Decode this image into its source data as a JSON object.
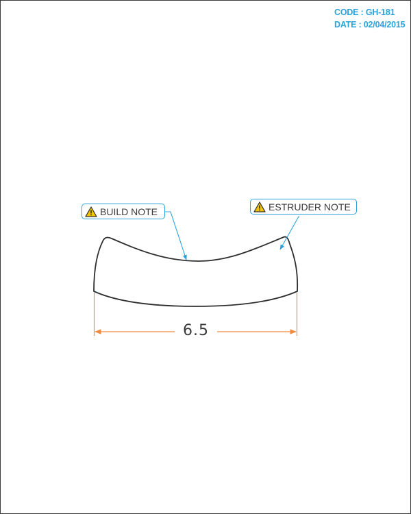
{
  "title_block": {
    "code": "CODE : GH-181",
    "date": "DATE : 02/04/2015"
  },
  "notes": {
    "build": {
      "label": "BUILD NOTE",
      "icon": "warning-icon"
    },
    "estruder": {
      "label": "ESTRUDER NOTE",
      "icon": "warning-icon"
    }
  },
  "dimension": {
    "width": "6.5"
  },
  "colors": {
    "accent": "#2aa3dc",
    "dimension": "#f08a3c",
    "outline": "#3a3a3a",
    "warning": "#f5c400"
  }
}
